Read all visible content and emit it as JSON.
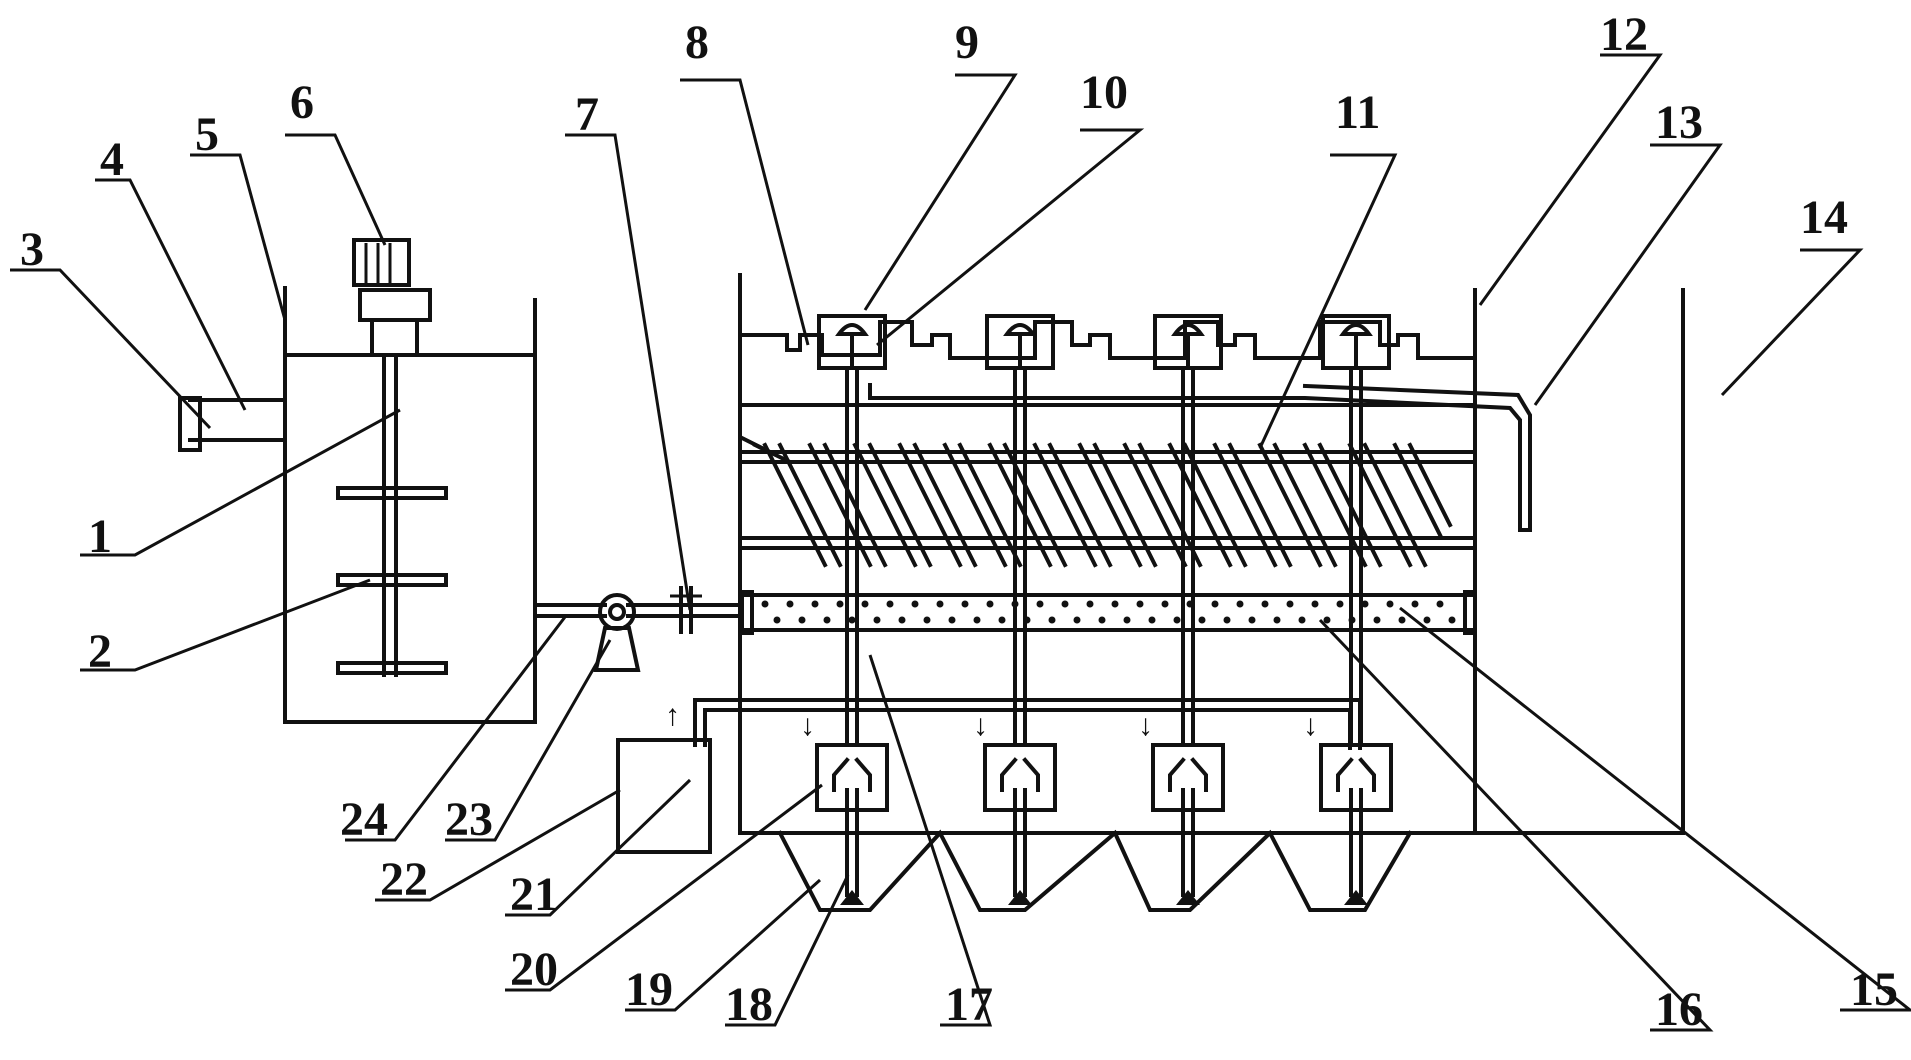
{
  "labels": {
    "l1": "1",
    "l2": "2",
    "l3": "3",
    "l4": "4",
    "l5": "5",
    "l6": "6",
    "l7": "7",
    "l8": "8",
    "l9": "9",
    "l10": "10",
    "l11": "11",
    "l12": "12",
    "l13": "13",
    "l14": "14",
    "l15": "15",
    "l16": "16",
    "l17": "17",
    "l18": "18",
    "l19": "19",
    "l20": "20",
    "l21": "21",
    "l22": "22",
    "l23": "23",
    "l24": "24"
  },
  "arrows": {
    "up": "↑",
    "down": "↓"
  }
}
